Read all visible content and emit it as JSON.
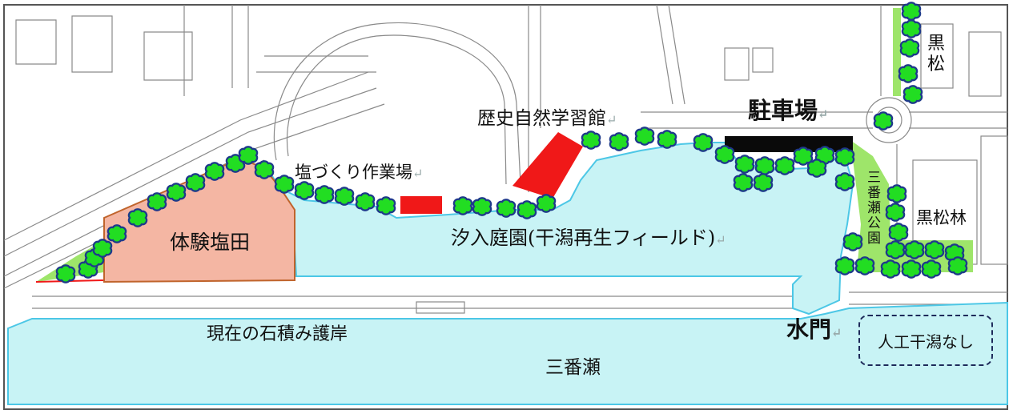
{
  "labels": {
    "experience_salt_field": "体験塩田",
    "salt_workshop": "塩づくり作業場",
    "history_nature_center": "歴史自然学習館",
    "parking": "駐車場",
    "black_pine_1": "黒",
    "black_pine_2": "松",
    "park_vertical": "三番瀬公園",
    "black_pine_forest": "黒松林",
    "shiori_garden": "汐入庭園(干潟再生フィールド)",
    "current_seawall": "現在の石積み護岸",
    "water_gate": "水門",
    "no_tidal_flat": "人工干潟なし",
    "sanbanze": "三番瀬"
  },
  "return_mark": "↵",
  "colors": {
    "water": "#c8f3f5",
    "water_border": "#4cc7e6",
    "salt_field": "#f4b6a3",
    "salt_field_border": "#c0642c",
    "buildings_red": "#f01818",
    "parking_black": "#0a0a0a",
    "green_strip": "#9ee56a",
    "tree_fill": "#22dd22",
    "tree_outline": "#1e3a8a",
    "road_lines": "#7a7a7a"
  }
}
